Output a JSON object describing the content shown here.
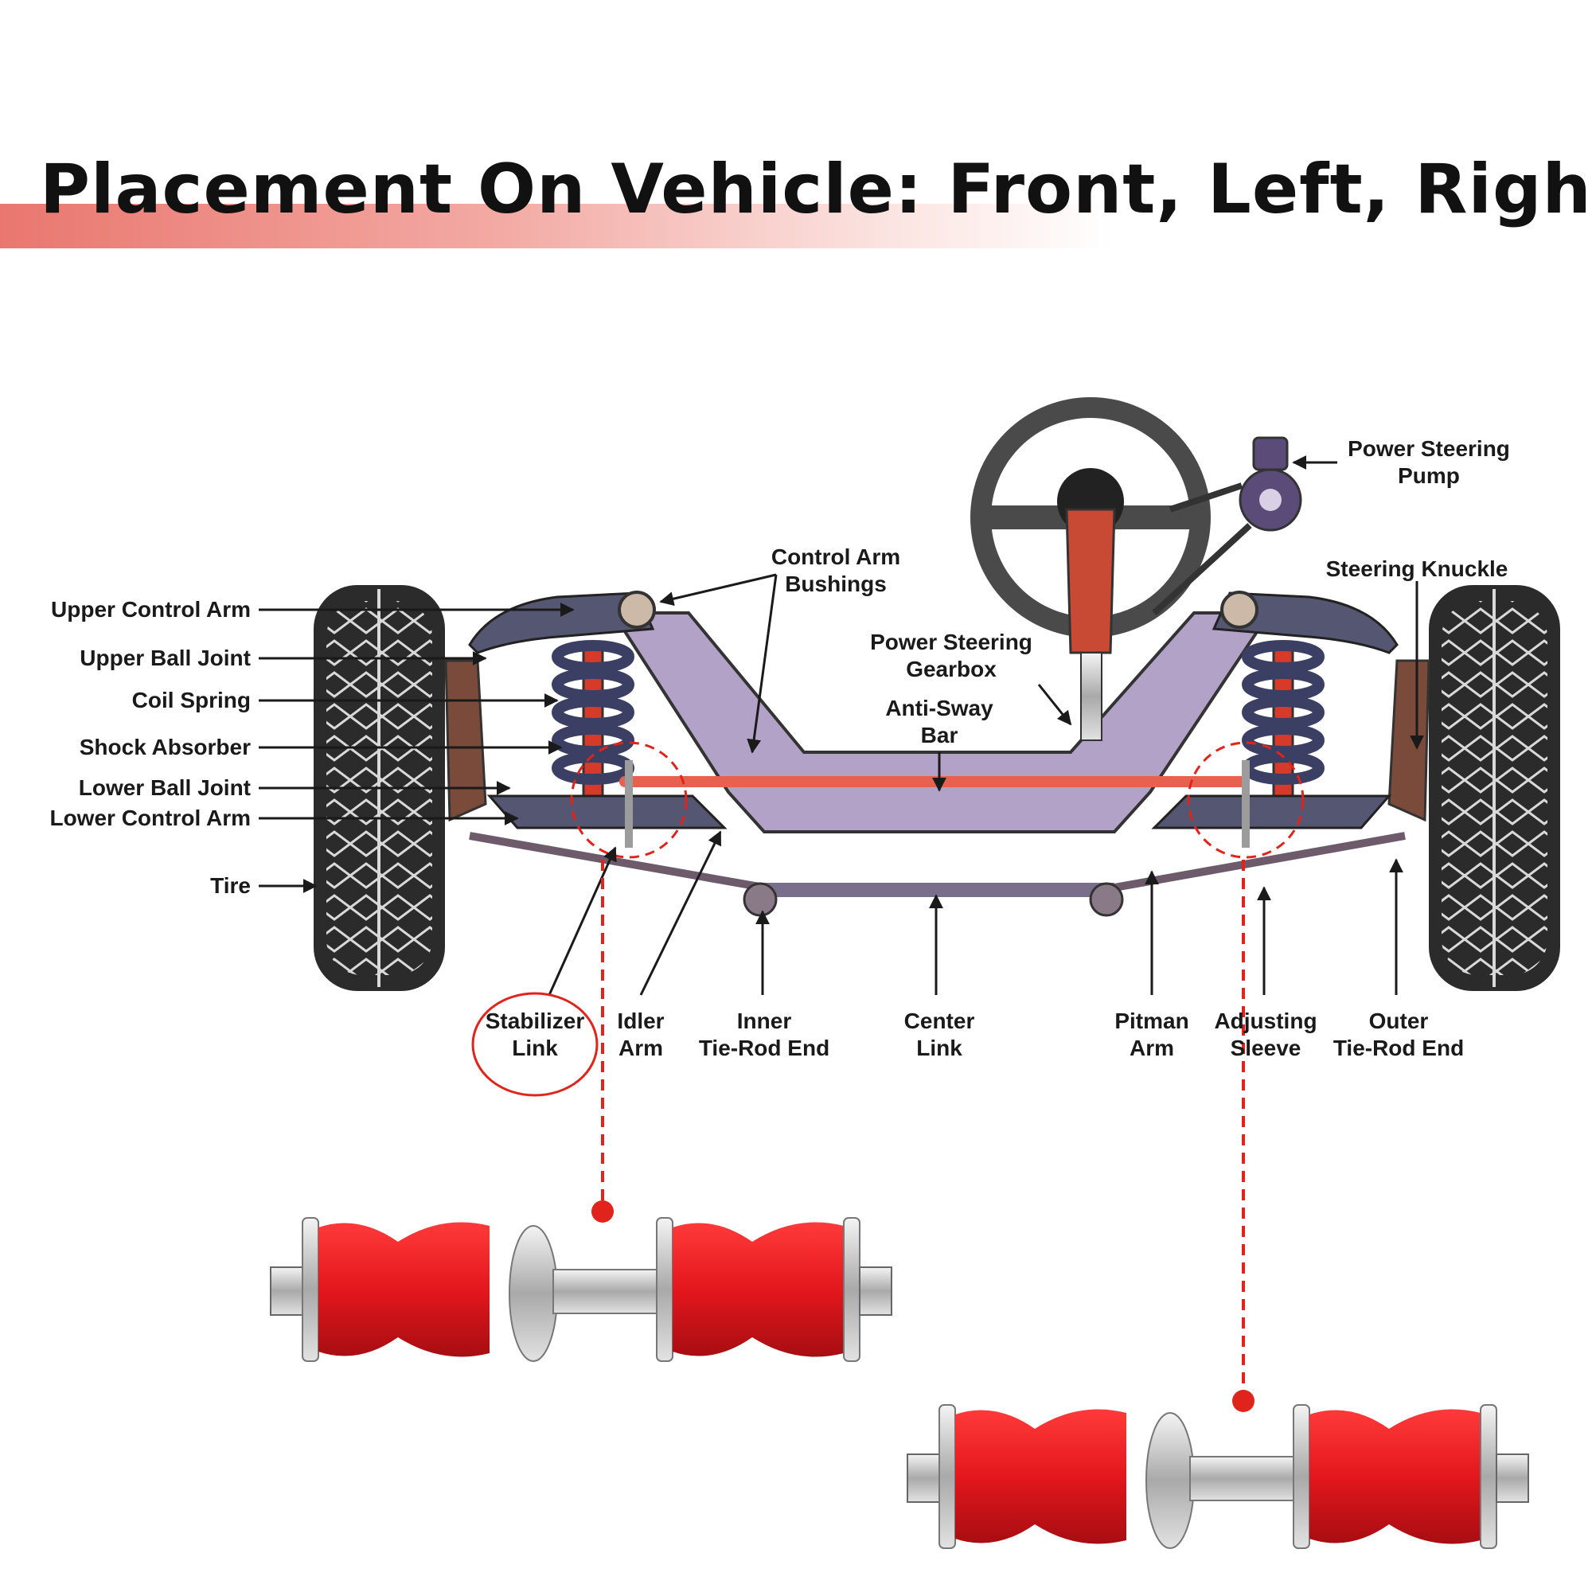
{
  "title": "Placement On Vehicle: Front, Left, Right",
  "colors": {
    "title_band": "#e9776f",
    "frame": "#b3a2c8",
    "arm": "#555672",
    "highlight": "#e0241b",
    "bushing": "#e3171c",
    "anti_sway_bar": "#e8614e",
    "steering_column": "#c84a35",
    "tire": "#2b2b2b"
  },
  "labels": {
    "upper_control_arm": "Upper Control Arm",
    "upper_ball_joint": "Upper Ball Joint",
    "coil_spring": "Coil Spring",
    "shock_absorber": "Shock Absorber",
    "lower_ball_joint": "Lower Ball Joint",
    "lower_control_arm": "Lower Control Arm",
    "tire": "Tire",
    "control_arm_bushings": [
      "Control Arm",
      "Bushings"
    ],
    "power_steering_gearbox": [
      "Power Steering",
      "Gearbox"
    ],
    "anti_sway_bar": [
      "Anti-Sway",
      "Bar"
    ],
    "power_steering_pump": [
      "Power Steering",
      "Pump"
    ],
    "steering_knuckle": "Steering Knuckle",
    "stabilizer_link": [
      "Stabilizer",
      "Link"
    ],
    "idler_arm": [
      "Idler",
      "Arm"
    ],
    "inner_tie_rod_end": [
      "Inner",
      "Tie-Rod End"
    ],
    "center_link": [
      "Center",
      "Link"
    ],
    "pitman_arm": [
      "Pitman",
      "Arm"
    ],
    "adjusting_sleeve": [
      "Adjusting",
      "Sleeve"
    ],
    "outer_tie_rod_end": [
      "Outer",
      "Tie-Rod End"
    ]
  },
  "highlighted_part": "stabilizer_link",
  "product_images": [
    "stabilizer-link-kit",
    "stabilizer-link-kit"
  ]
}
